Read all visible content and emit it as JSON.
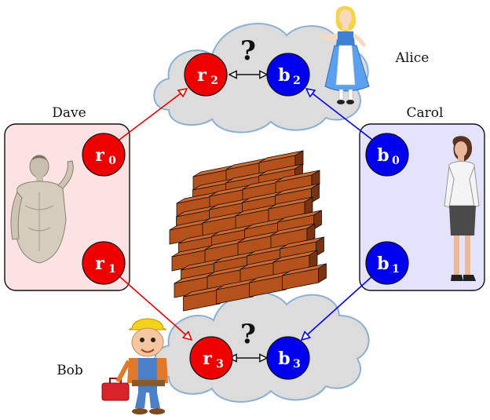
{
  "people": {
    "alice": "Alice",
    "bob": "Bob",
    "carol": "Carol",
    "dave": "Dave"
  },
  "nodes": {
    "r0": {
      "base": "r",
      "sub": "0"
    },
    "r1": {
      "base": "r",
      "sub": "1"
    },
    "r2": {
      "base": "r",
      "sub": "2"
    },
    "r3": {
      "base": "r",
      "sub": "3"
    },
    "b0": {
      "base": "b",
      "sub": "0"
    },
    "b1": {
      "base": "b",
      "sub": "1"
    },
    "b2": {
      "base": "b",
      "sub": "2"
    },
    "b3": {
      "base": "b",
      "sub": "3"
    }
  },
  "question_top": "?",
  "question_bottom": "?",
  "colors": {
    "red": "#ee0000",
    "blue": "#0000ee",
    "dave_box": "#fbe3e3",
    "carol_box": "#e3e3fb",
    "cloud": "#dcdcdc",
    "cloud_edge": "#8ab0d6",
    "brick": "#b5521b",
    "brick_dark": "#7a3210"
  },
  "icons": {
    "dave": "statue-figure-icon",
    "carol": "businesswoman-figure-icon",
    "alice": "girl-in-dress-figure-icon",
    "bob": "builder-figure-icon",
    "wall": "brick-wall-icon"
  }
}
